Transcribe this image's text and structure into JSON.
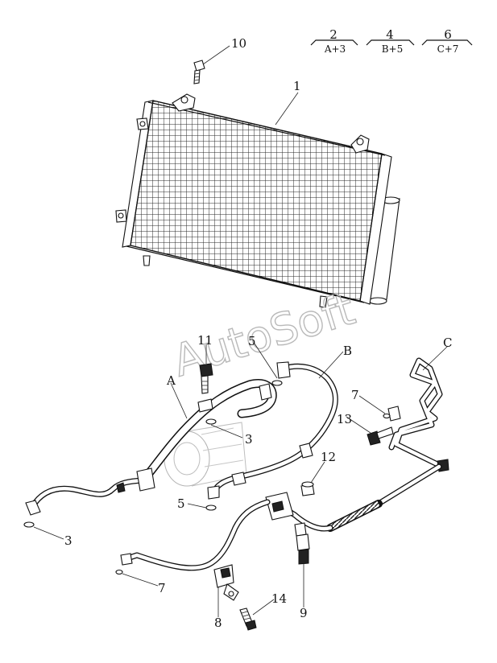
{
  "legend": [
    {
      "number": "2",
      "formula": "A+3"
    },
    {
      "number": "4",
      "formula": "B+5"
    },
    {
      "number": "6",
      "formula": "C+7"
    }
  ],
  "watermark": "AutoSoft",
  "callouts": {
    "c1": "1",
    "c3a": "3",
    "c3b": "3",
    "c5a": "5",
    "c5b": "5",
    "c7a": "7",
    "c7b": "7",
    "c8": "8",
    "c9": "9",
    "c10": "10",
    "c11": "11",
    "c12": "12",
    "c13": "13",
    "c14": "14",
    "cA": "A",
    "cB": "B",
    "cC": "C"
  }
}
